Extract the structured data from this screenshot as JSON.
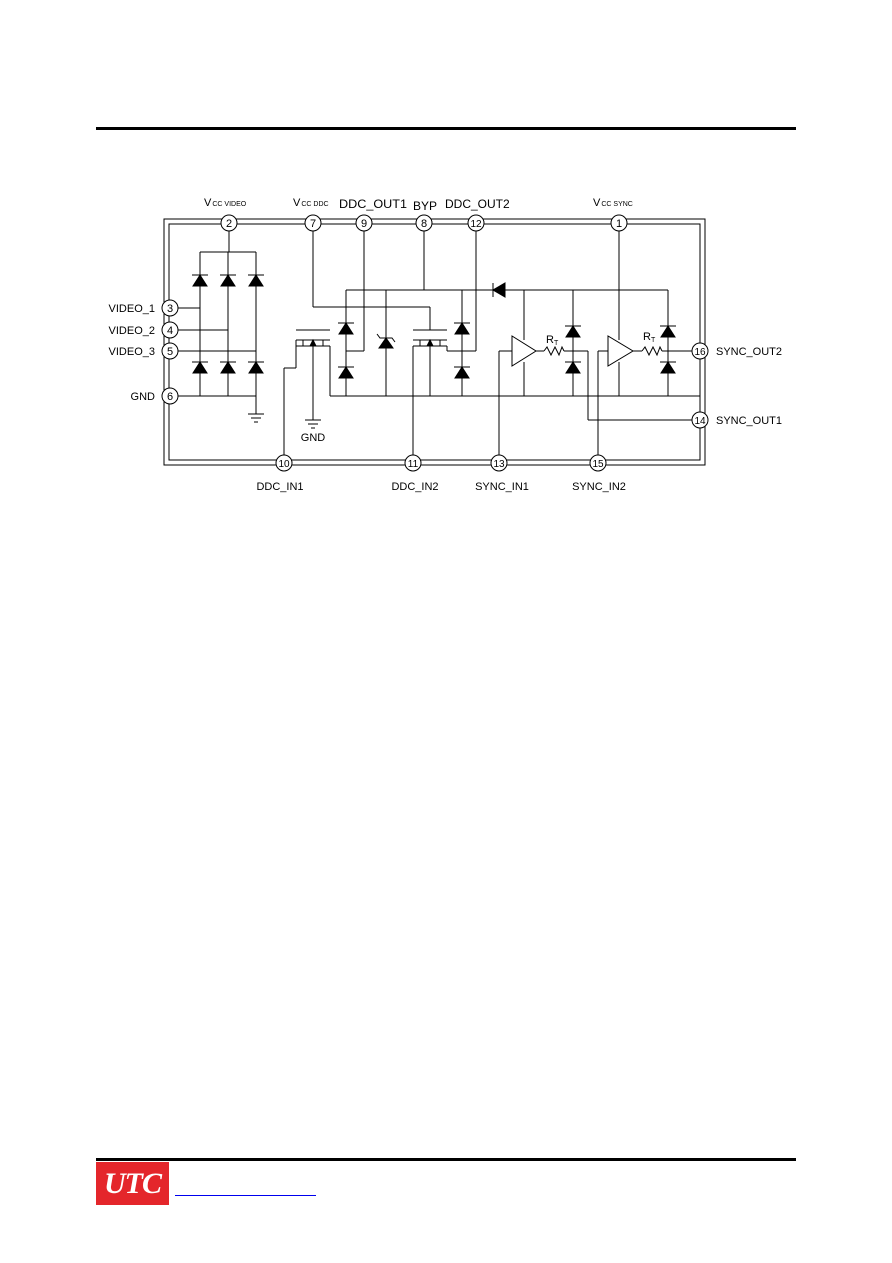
{
  "top_labels": {
    "vcc_video_main": "V",
    "vcc_video_sub": "CC VIDEO",
    "vcc_ddc_main": "V",
    "vcc_ddc_sub": "CC DDC",
    "ddc_out1": "DDC_OUT1",
    "byp": "BYP",
    "ddc_out2": "DDC_OUT2",
    "vcc_sync_main": "V",
    "vcc_sync_sub": "CC SYNC"
  },
  "pins": {
    "p1": "1",
    "p2": "2",
    "p3": "3",
    "p4": "4",
    "p5": "5",
    "p6": "6",
    "p7": "7",
    "p8": "8",
    "p9": "9",
    "p10": "10",
    "p11": "11",
    "p12": "12",
    "p13": "13",
    "p14": "14",
    "p15": "15",
    "p16": "16"
  },
  "left_labels": {
    "video1": "VIDEO_1",
    "video2": "VIDEO_2",
    "video3": "VIDEO_3",
    "gnd": "GND"
  },
  "right_labels": {
    "sync_out2": "SYNC_OUT2",
    "sync_out1": "SYNC_OUT1"
  },
  "bottom_labels": {
    "ddc_in1": "DDC_IN1",
    "ddc_in2": "DDC_IN2",
    "sync_in1": "SYNC_IN1",
    "sync_in2": "SYNC_IN2"
  },
  "internal_labels": {
    "gnd": "GND",
    "rt1_main": "R",
    "rt1_sub": "T",
    "rt2_main": "R",
    "rt2_sub": "T"
  },
  "footer": {
    "logo": "UTC"
  }
}
